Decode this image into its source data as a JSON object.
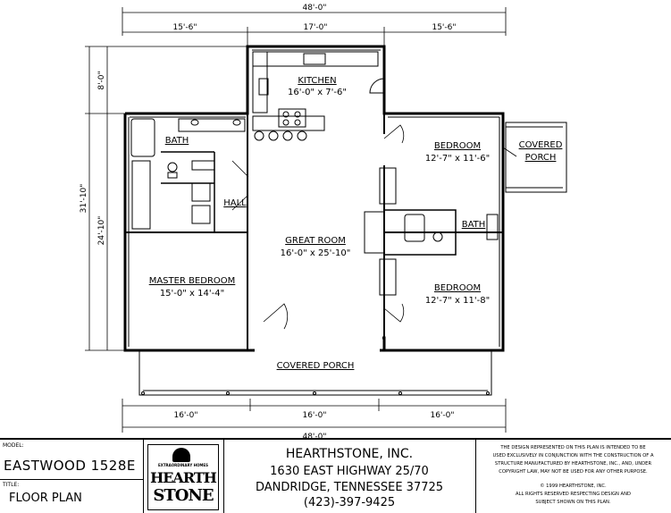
{
  "dimensions": {
    "overall_top": "48'-0\"",
    "top_left": "15'-6\"",
    "top_mid": "17'-0\"",
    "top_right": "15'-6\"",
    "left_outer": "31'-10\"",
    "left_upper": "8'-0\"",
    "left_lower": "24'-10\"",
    "bottom_left": "16'-0\"",
    "bottom_mid": "16'-0\"",
    "bottom_right": "16'-0\"",
    "overall_bottom": "48'-0\""
  },
  "rooms": {
    "kitchen": {
      "name": "KITCHEN",
      "size": "16'-0\" x 7'-6\""
    },
    "bath_master": {
      "name": "BATH"
    },
    "hall": {
      "name": "HALL"
    },
    "master_bedroom": {
      "name": "MASTER BEDROOM",
      "size": "15'-0\" x 14'-4\""
    },
    "great_room": {
      "name": "GREAT ROOM",
      "size": "16'-0\" x 25'-10\""
    },
    "bedroom_1": {
      "name": "BEDROOM",
      "size": "12'-7\" x 11'-6\""
    },
    "bedroom_2": {
      "name": "BEDROOM",
      "size": "12'-7\" x 11'-8\""
    },
    "bath_2": {
      "name": "BATH"
    },
    "covered_porch_side": {
      "name": "COVERED",
      "name2": "PORCH"
    },
    "covered_porch_front": {
      "name": "COVERED PORCH"
    }
  },
  "title_block": {
    "model_label": "MODEL:",
    "model_name": "EASTWOOD 1528E",
    "title_label": "TITLE:",
    "title_value": "FLOOR PLAN",
    "logo_top": "EXTRAORDINARY HOMES",
    "logo_line1": "HEARTH",
    "logo_line2": "STONE",
    "company": "HEARTHSTONE, INC.",
    "address1": "1630 EAST HIGHWAY 25/70",
    "address2": "DANDRIDGE, TENNESSEE  37725",
    "phone": "(423)-397-9425",
    "note1": "THE DESIGN REPRESENTED ON THIS PLAN IS INTENDED TO BE",
    "note2": "USED EXCLUSIVELY IN CONJUNCTION WITH THE CONSTRUCTION OF A",
    "note3": "STRUCTURE MANUFACTURED BY HEARTHSTONE, INC., AND, UNDER",
    "note4": "COPYRIGHT LAW, MAY NOT BE USED FOR ANY OTHER PURPOSE.",
    "note5": "© 1999 HEARTHSTONE, INC.",
    "note6": "ALL RIGHTS RESERVED RESPECTING DESIGN AND",
    "note7": "SUBJECT SHOWN ON THIS PLAN."
  }
}
